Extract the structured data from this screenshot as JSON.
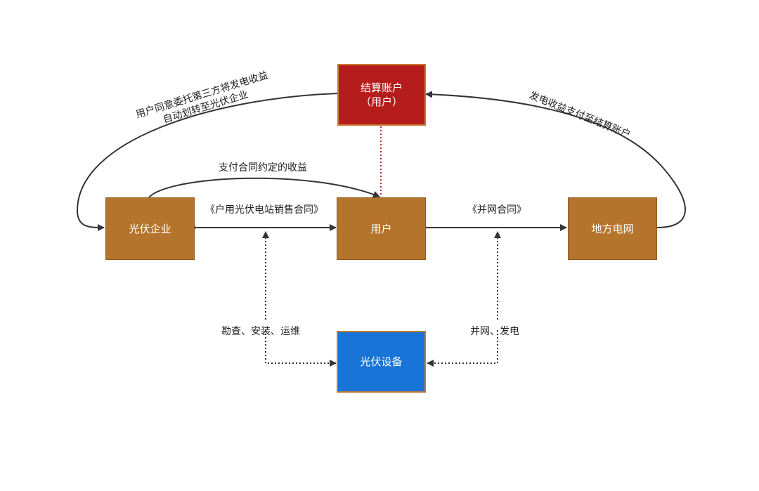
{
  "nodes": {
    "settlement_line1": "结算账户",
    "settlement_line2": "（用户）",
    "pv_company": "光伏企业",
    "user": "用户",
    "grid": "地方电网",
    "pv_equipment": "光伏设备"
  },
  "labels": {
    "left_arc_line1": "用户同意委托第三方将发电收益",
    "left_arc_line2": "自动划转至光伏企业",
    "right_arc": "发电收益支付至结算账户",
    "pay_contract": "支付合同约定的收益",
    "sales_contract": "《户用光伏电站销售合同》",
    "grid_contract": "《并网合同》",
    "survey": "勘查、安装、运维",
    "grid_connect": "并网、发电"
  },
  "colors": {
    "brown": "#b5742b",
    "red": "#b51d1d",
    "blue": "#1874d6",
    "line": "#333333",
    "dotted_red": "#c0282b"
  }
}
